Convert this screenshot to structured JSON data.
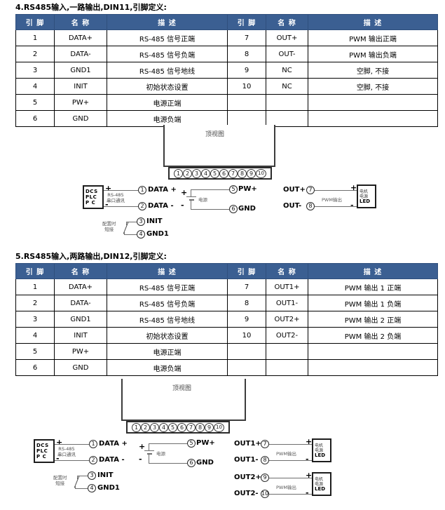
{
  "sections": [
    {
      "heading": "4.RS485输入,一路输出,DIN11,引脚定义:",
      "table": {
        "headers": [
          "引 脚",
          "名 称",
          "描 述",
          "引 脚",
          "名 称",
          "描 述"
        ],
        "rows": [
          [
            "1",
            "DATA+",
            "RS-485 信号正端",
            "7",
            "OUT+",
            "PWM 输出正端"
          ],
          [
            "2",
            "DATA-",
            "RS-485 信号负端",
            "8",
            "OUT-",
            "PWM 输出负端"
          ],
          [
            "3",
            "GND1",
            "RS-485 信号地线",
            "9",
            "NC",
            "空脚, 不接"
          ],
          [
            "4",
            "INIT",
            "初始状态设置",
            "10",
            "NC",
            "空脚, 不接"
          ],
          [
            "5",
            "PW+",
            "电源正端",
            "",
            "",
            ""
          ],
          [
            "6",
            "GND",
            "电源负端",
            "",
            "",
            ""
          ]
        ]
      },
      "diagram": {
        "top_view_label": "顶视图",
        "terminals": [
          "1",
          "2",
          "3",
          "4",
          "5",
          "6",
          "7",
          "8",
          "9",
          "10"
        ],
        "host_box": [
          "DCS",
          "PLC",
          "P C"
        ],
        "host_note": [
          "RS-485",
          "串口通讯"
        ],
        "host_plus": "+",
        "host_minus": "-",
        "data_pins": [
          {
            "num": "1",
            "label": "DATA +"
          },
          {
            "num": "2",
            "label": "DATA -"
          }
        ],
        "init_note": [
          "配置时",
          "短接"
        ],
        "init_pins": [
          {
            "num": "3",
            "label": "INIT"
          },
          {
            "num": "4",
            "label": "GND1"
          }
        ],
        "power_label": "电源",
        "power_plus": "+",
        "power_minus": "-",
        "power_pins": [
          {
            "num": "5",
            "label": "PW+"
          },
          {
            "num": "6",
            "label": "GND"
          }
        ],
        "outputs": [
          {
            "pwm_note": "PWM输出",
            "load_box": [
              "电机",
              "电源",
              "LED"
            ],
            "load_plus": "+",
            "load_minus": "-",
            "lines": [
              {
                "label": "OUT+",
                "num": "7"
              },
              {
                "label": "OUT-",
                "num": "8"
              }
            ]
          }
        ]
      }
    },
    {
      "heading": "5.RS485输入,两路输出,DIN12,引脚定义:",
      "table": {
        "headers": [
          "引 脚",
          "名 称",
          "描 述",
          "引 脚",
          "名 称",
          "描 述"
        ],
        "rows": [
          [
            "1",
            "DATA+",
            "RS-485 信号正端",
            "7",
            "OUT1+",
            "PWM 输出 1 正端"
          ],
          [
            "2",
            "DATA-",
            "RS-485 信号负端",
            "8",
            "OUT1-",
            "PWM 输出 1 负端"
          ],
          [
            "3",
            "GND1",
            "RS-485 信号地线",
            "9",
            "OUT2+",
            "PWM 输出 2 正端"
          ],
          [
            "4",
            "INIT",
            "初始状态设置",
            "10",
            "OUT2-",
            "PWM 输出 2 负端"
          ],
          [
            "5",
            "PW+",
            "电源正端",
            "",
            "",
            ""
          ],
          [
            "6",
            "GND",
            "电源负端",
            "",
            "",
            ""
          ]
        ]
      },
      "diagram": {
        "top_view_label": "顶视图",
        "terminals": [
          "1",
          "2",
          "3",
          "4",
          "5",
          "6",
          "7",
          "8",
          "9",
          "10"
        ],
        "host_box": [
          "DCS",
          "PLC",
          "P C"
        ],
        "host_note": [
          "RS-485",
          "串口通讯"
        ],
        "host_plus": "+",
        "host_minus": "-",
        "data_pins": [
          {
            "num": "1",
            "label": "DATA +"
          },
          {
            "num": "2",
            "label": "DATA -"
          }
        ],
        "init_note": [
          "配置时",
          "短接"
        ],
        "init_pins": [
          {
            "num": "3",
            "label": "INIT"
          },
          {
            "num": "4",
            "label": "GND1"
          }
        ],
        "power_label": "电源",
        "power_plus": "+",
        "power_minus": "-",
        "power_pins": [
          {
            "num": "5",
            "label": "PW+"
          },
          {
            "num": "6",
            "label": "GND"
          }
        ],
        "outputs": [
          {
            "pwm_note": "PWM输出",
            "load_box": [
              "电机",
              "电源",
              "LED"
            ],
            "load_plus": "+",
            "load_minus": "-",
            "lines": [
              {
                "label": "OUT1+",
                "num": "7"
              },
              {
                "label": "OUT1-",
                "num": "8"
              }
            ]
          },
          {
            "pwm_note": "PWM输出",
            "load_box": [
              "电机",
              "电源",
              "LED"
            ],
            "load_plus": "+",
            "load_minus": "-",
            "lines": [
              {
                "label": "OUT2+",
                "num": "9"
              },
              {
                "label": "OUT2-",
                "num": "10"
              }
            ]
          }
        ]
      }
    }
  ],
  "colors": {
    "table_header_bg": "#3b5f92",
    "table_header_text": "#ffffff",
    "border": "#000000",
    "wire": "#6e6e6e"
  }
}
